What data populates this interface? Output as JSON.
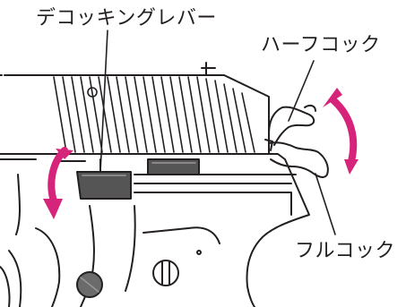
{
  "labels": {
    "decocking_lever": "デコッキングレバー",
    "half_cock": "ハーフコック",
    "full_cock": "フルコック"
  },
  "colors": {
    "line": "#231f20",
    "arrow": "#d6247a",
    "lever_fill": "#555555",
    "screw_fill": "#6b6b6b",
    "background": "#ffffff"
  }
}
